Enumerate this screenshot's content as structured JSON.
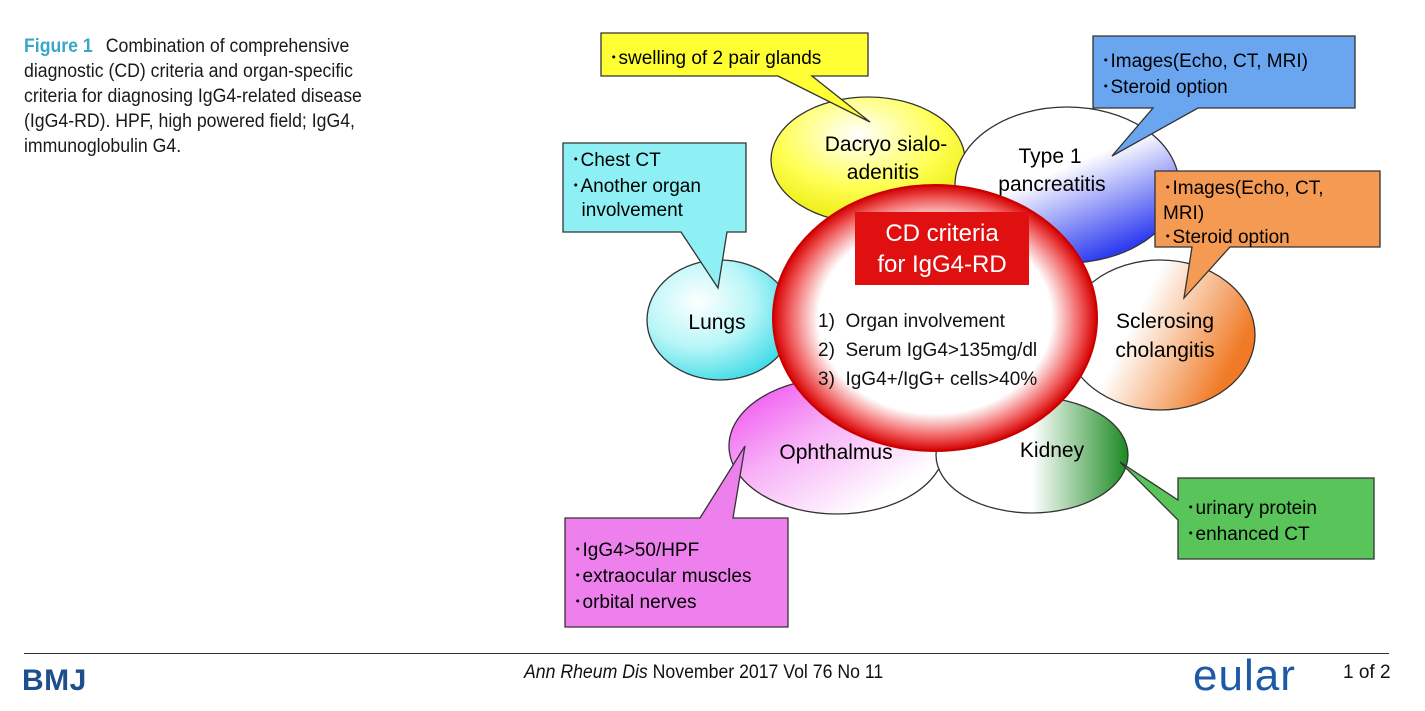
{
  "caption": {
    "label": "Figure 1",
    "text": "Combination of comprehensive diagnostic (CD) criteria and organ-specific criteria for diagnosing IgG4-related disease (IgG4-RD). HPF, high powered field; IgG4, immunoglobulin G4."
  },
  "center": {
    "title_lines": [
      "CD criteria",
      "for IgG4-RD"
    ],
    "criteria": [
      "1)  Organ involvement",
      "2)  Serum IgG4>135mg/dl",
      "3)  IgG4+/IgG+ cells>40%"
    ]
  },
  "organs": {
    "dacryo": [
      "Dacryo sialo-",
      "adenitis"
    ],
    "pancreatitis": [
      "Type 1",
      "pancreatitis"
    ],
    "lungs": [
      "Lungs"
    ],
    "sclerosing": [
      "Sclerosing",
      "cholangitis"
    ],
    "ophthalmus": [
      "Ophthalmus"
    ],
    "kidney": [
      "Kidney"
    ]
  },
  "callouts": {
    "glands": [
      "･swelling of 2 pair glands"
    ],
    "pancreas": [
      "･Images(Echo, CT, MRI)",
      "･Steroid option"
    ],
    "lungs": [
      "･Chest CT",
      "･Another organ",
      "  involvement"
    ],
    "biliary": [
      "･Images(Echo, CT,",
      "MRI)",
      "･Steroid option"
    ],
    "kidney": [
      "･urinary protein",
      "･enhanced CT"
    ],
    "eye": [
      "･IgG4>50/HPF",
      "･extraocular muscles",
      "･orbital nerves"
    ]
  },
  "colors": {
    "yellow": "#ffff33",
    "blue": "#6aa5f0",
    "cyan": "#8ef0f4",
    "orange": "#f59a52",
    "green": "#58c45a",
    "magenta": "#ee80ee",
    "red": "#e01010",
    "caption_label": "#3aa7c8",
    "bmj": "#1d4f8c",
    "eular": "#1d5aa6"
  },
  "footer": {
    "publisher_logo": "BMJ",
    "journal_name": "Ann Rheum Dis",
    "journal_issue": "November 2017 Vol 76 No 11",
    "society_logo": "eular",
    "page": "1 of 2"
  }
}
